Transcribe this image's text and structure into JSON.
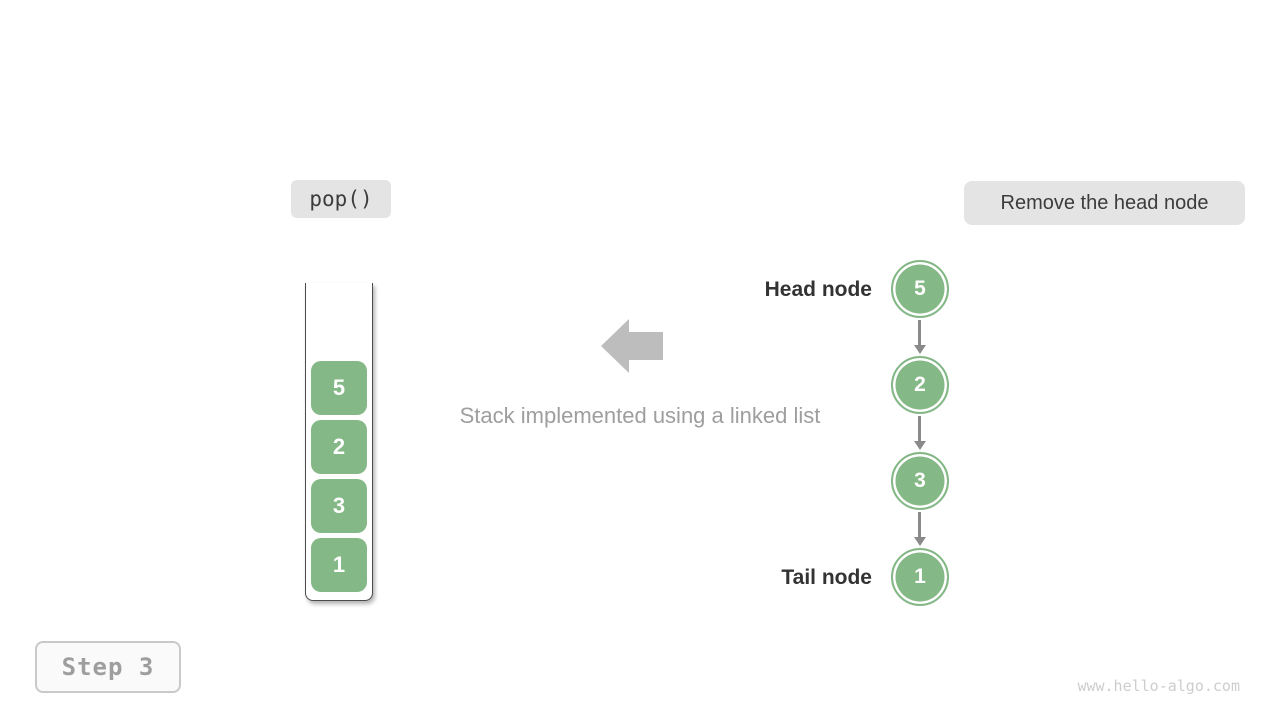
{
  "page": {
    "watermark": "www.hello-algo.com",
    "background": "#ffffff"
  },
  "labels": {
    "operation": "pop()",
    "description": "Remove the head node",
    "caption": "Stack implemented using a linked list",
    "head_node": "Head node",
    "tail_node": "Tail node",
    "step": "Step 3"
  },
  "stack": {
    "items": [
      "5",
      "2",
      "3",
      "1"
    ]
  },
  "linked_list": {
    "nodes": [
      "5",
      "2",
      "3",
      "1"
    ],
    "head_value": "5",
    "tail_value": "1"
  },
  "icons": {
    "pop_direction": "left-arrow",
    "node_link": "down-arrow"
  },
  "colors": {
    "node_green": "#84b886",
    "box_gray": "#e4e4e4",
    "dark_text": "#3c3c3c",
    "label_dark": "#333333",
    "gray_text": "#9e9e9e",
    "big_arrow_gray": "#bdbdbd",
    "connector_gray": "#8a8a8a",
    "container_line": "#4c4c4c",
    "step_border": "#c9c9c9",
    "step_bg": "#fafafa",
    "step_text": "#9e9e9e",
    "watermark_gray": "#cdcdcd",
    "white": "#ffffff"
  }
}
